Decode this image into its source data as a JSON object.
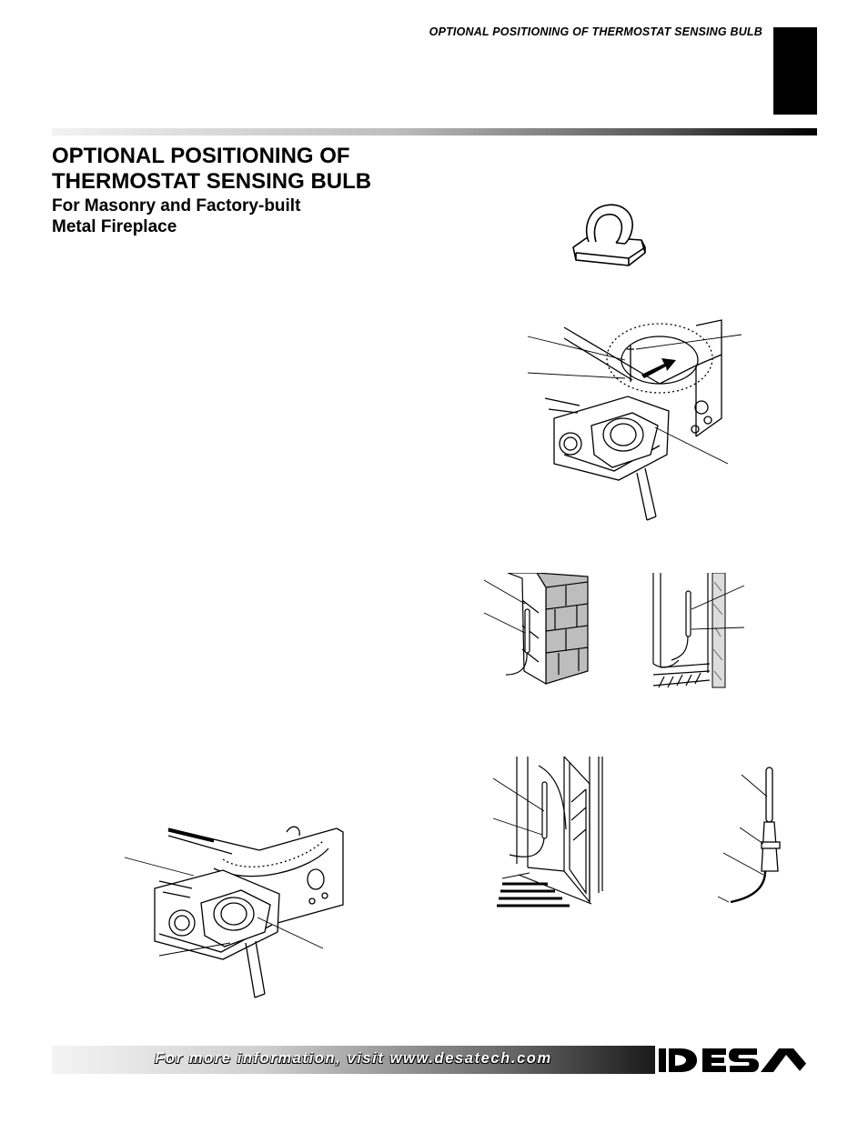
{
  "header": {
    "running_head": "OPTIONAL POSITIONING OF THERMOSTAT SENSING BULB"
  },
  "section": {
    "title_line1": "OPTIONAL POSITIONING OF",
    "title_line2": "THERMOSTAT SENSING BULB",
    "subtitle_line1": "For Masonry and Factory-built",
    "subtitle_line2": "Metal Fireplace"
  },
  "footer": {
    "info_text": "For more information, visit www.desatech.com",
    "brand": "DESA"
  },
  "colors": {
    "ink": "#000000",
    "paper": "#ffffff",
    "gray": "#bbbbbb"
  },
  "figures": [
    {
      "name": "bulb-clip-illustration"
    },
    {
      "name": "control-valve-clip-install-illustration"
    },
    {
      "name": "masonry-fireplace-bulb-illustration"
    },
    {
      "name": "metal-fireplace-bulb-illustration"
    },
    {
      "name": "glass-door-fireplace-bulb-illustration"
    },
    {
      "name": "sensing-bulb-detail-illustration"
    },
    {
      "name": "control-valve-bulb-mounted-illustration"
    }
  ]
}
